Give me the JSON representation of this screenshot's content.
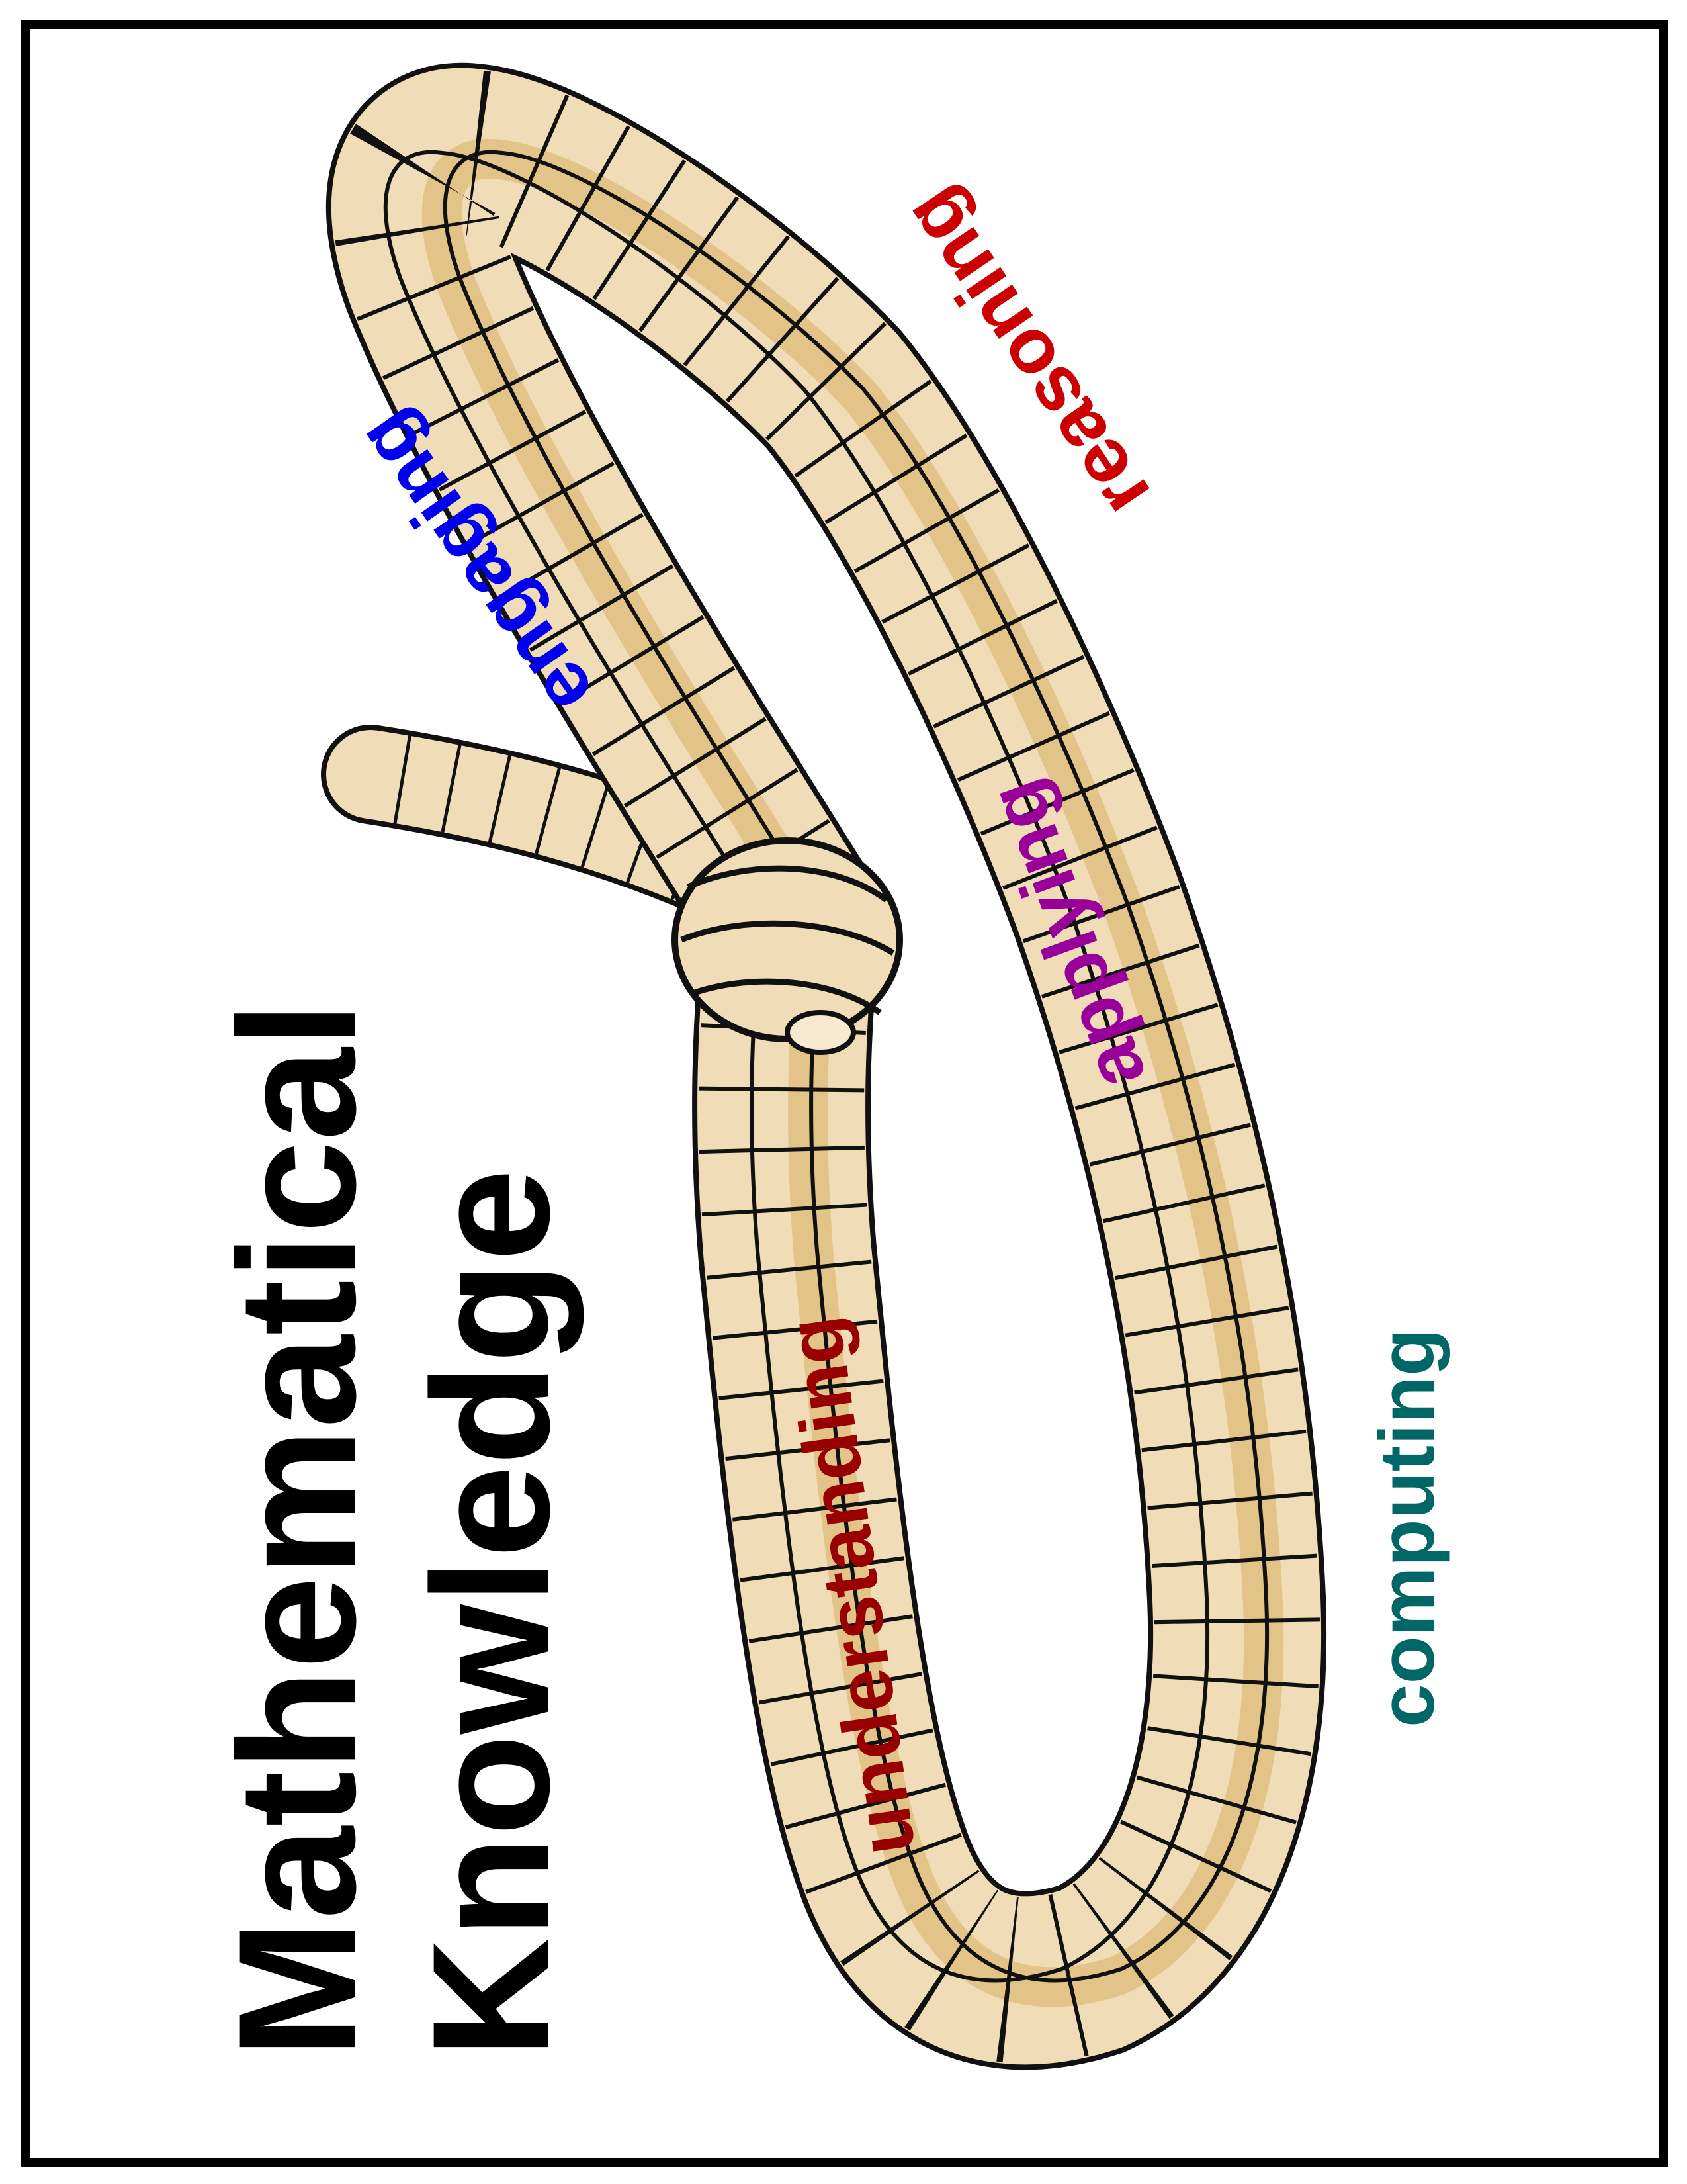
{
  "title": {
    "line1": "Mathematical",
    "line2": "Knowledge"
  },
  "labels": {
    "reasoning": {
      "text": "reasoning",
      "color": "#cc0000"
    },
    "engaging": {
      "text": "engaging",
      "color": "#0000ee"
    },
    "applying": {
      "text": "applying",
      "color": "#990099"
    },
    "understanding": {
      "text": "understanding",
      "color": "#990000"
    },
    "computing": {
      "text": "computing",
      "color": "#006666"
    }
  },
  "colors": {
    "rope_fill": "#f1dcb8",
    "rope_shade": "#d9b469",
    "outline": "#111111"
  }
}
